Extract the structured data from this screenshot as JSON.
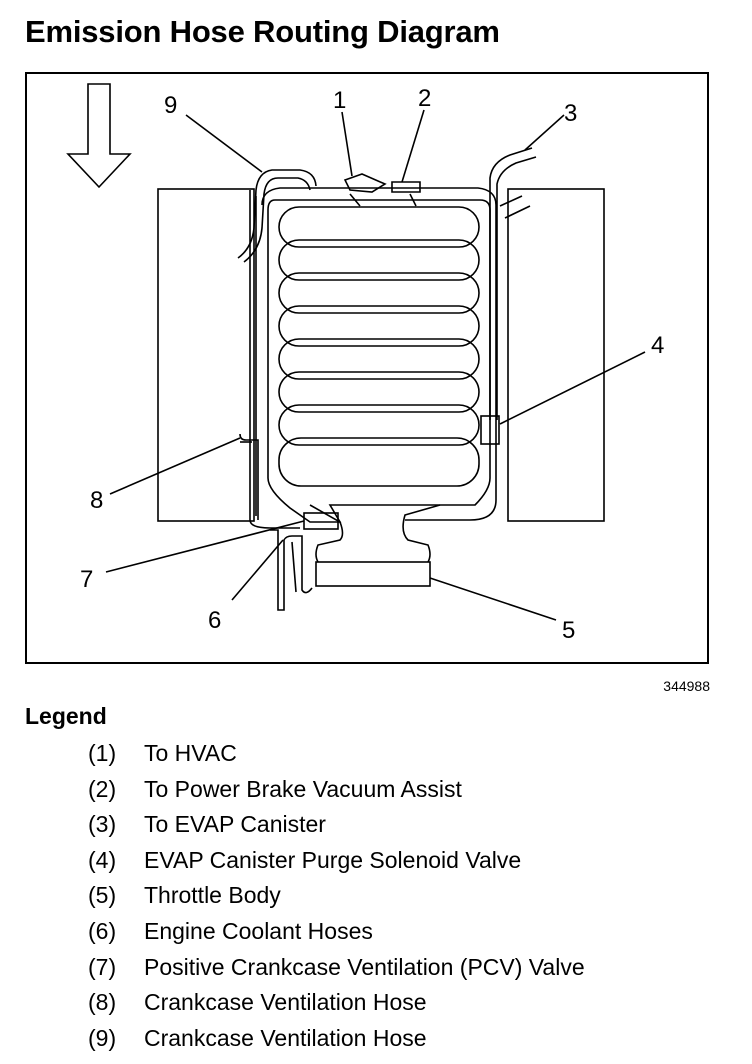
{
  "title": "Emission Hose Routing Diagram",
  "figure_number": "344988",
  "callouts": [
    "1",
    "2",
    "3",
    "4",
    "5",
    "6",
    "7",
    "8",
    "9"
  ],
  "legend": {
    "title": "Legend",
    "items": [
      {
        "num": "(1)",
        "text": "To HVAC"
      },
      {
        "num": "(2)",
        "text": "To Power Brake Vacuum Assist"
      },
      {
        "num": "(3)",
        "text": "To EVAP Canister"
      },
      {
        "num": "(4)",
        "text": "EVAP Canister Purge Solenoid Valve"
      },
      {
        "num": "(5)",
        "text": "Throttle Body"
      },
      {
        "num": "(6)",
        "text": "Engine Coolant Hoses"
      },
      {
        "num": "(7)",
        "text": "Positive Crankcase Ventilation (PCV) Valve"
      },
      {
        "num": "(8)",
        "text": "Crankcase Ventilation Hose"
      },
      {
        "num": "(9)",
        "text": "Crankcase Ventilation Hose"
      }
    ]
  }
}
